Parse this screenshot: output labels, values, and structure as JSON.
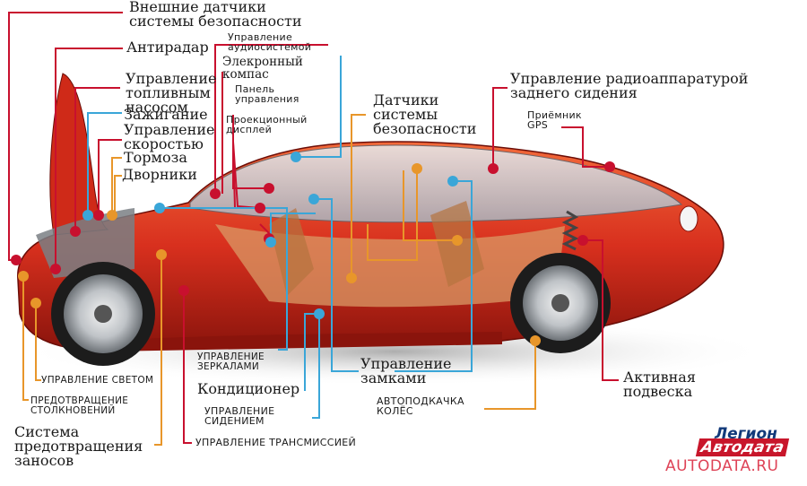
{
  "labels": {
    "ext_sensors": [
      "Внешние датчики",
      "системы безопасности"
    ],
    "antiradar": [
      "Антирадар"
    ],
    "audio": [
      "Управление",
      "аудиосистемой"
    ],
    "compass": [
      "Элекронный",
      "компас"
    ],
    "control_panel": [
      "Панель",
      "управления"
    ],
    "fuel_pump": [
      "Управление",
      "топливным",
      "насосом"
    ],
    "ignition": [
      "Зажигание"
    ],
    "speed": [
      "Управление",
      "скоростью"
    ],
    "projection": [
      "Проекционный",
      "дисплей"
    ],
    "brakes": [
      "Тормоза"
    ],
    "wipers": [
      "Дворники"
    ],
    "int_sensors": [
      "Датчики",
      "системы",
      "безопасности"
    ],
    "rear_radio": [
      "Управление радиоаппаратурой",
      "заднего сидения"
    ],
    "gps": [
      "Приёмник",
      "GPS"
    ],
    "lights": [
      "УПРАВЛЕНИЕ СВЕТОМ"
    ],
    "collision": [
      "ПРЕДОТВРАЩЕНИЕ",
      "СТОЛКНОВЕНИЙ"
    ],
    "skid": [
      "Система",
      "предотвращения",
      "заносов"
    ],
    "mirrors": [
      "УПРАВЛЕНИЕ",
      "ЗЕРКАЛАМИ"
    ],
    "aircon": [
      "Кондиционер"
    ],
    "seat": [
      "УПРАВЛЕНИЕ",
      "СИДЕНИЕМ"
    ],
    "transmission": [
      "УПРАВЛЕНИЕ ТРАНСМИССИЕЙ"
    ],
    "locks": [
      "Управление",
      "замками"
    ],
    "tire": [
      "АВТОПОДКАЧКА",
      "КОЛЁС"
    ],
    "suspension": [
      "Активная",
      "подвеска"
    ]
  },
  "logo": {
    "line1": "Легион",
    "line2": "Автодата",
    "line3": "AUTODATA.RU"
  },
  "colors": {
    "line_red": "#c8102e",
    "line_blue": "#3aa6d8",
    "line_orange": "#e8962a",
    "car_body": "#d8301e"
  }
}
